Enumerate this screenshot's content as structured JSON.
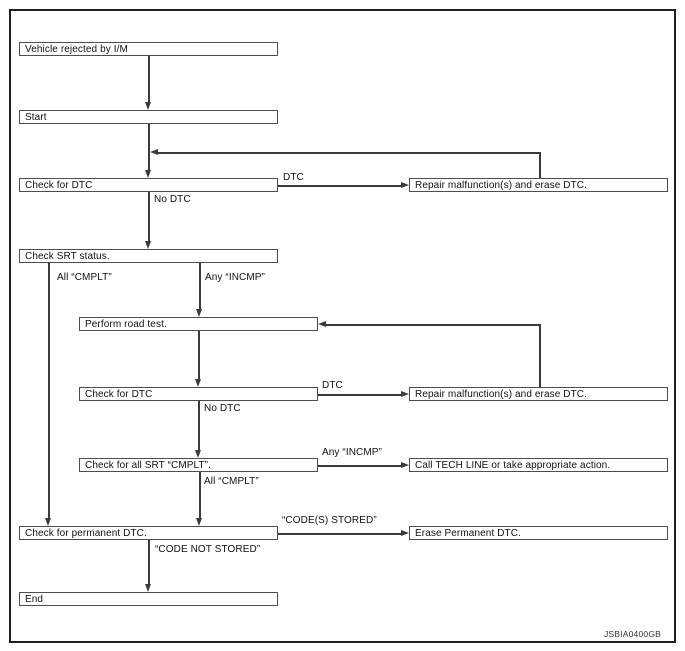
{
  "figure_code": "JSBIA0400GB",
  "colors": {
    "background": "#ffffff",
    "line": "#3a3a3a",
    "box_border": "#4d4d4d",
    "text": "#111111"
  },
  "nodes": {
    "vehicle_rejected": {
      "label": "Vehicle rejected by I/M"
    },
    "start": {
      "label": "Start"
    },
    "check_dtc_1": {
      "label": "Check for DTC"
    },
    "repair_1": {
      "label": "Repair malfunction(s) and erase DTC."
    },
    "check_srt": {
      "label": "Check SRT status."
    },
    "road_test": {
      "label": "Perform road test."
    },
    "check_dtc_2": {
      "label": "Check for DTC"
    },
    "repair_2": {
      "label": "Repair malfunction(s) and erase DTC."
    },
    "check_all_srt": {
      "label": "Check for all SRT “CMPLT”."
    },
    "call_tech": {
      "label": "Call TECH LINE or take appropriate action."
    },
    "check_permanent": {
      "label": "Check for permanent DTC."
    },
    "erase_permanent": {
      "label": "Erase Permanent DTC."
    },
    "end": {
      "label": "End"
    }
  },
  "edge_labels": {
    "dtc_1": "DTC",
    "no_dtc_1": "No DTC",
    "all_cmplt_1": "All “CMPLT”",
    "any_incmp_1": "Any “INCMP”",
    "dtc_2": "DTC",
    "no_dtc_2": "No DTC",
    "any_incmp_2": "Any “INCMP”",
    "all_cmplt_2": "All “CMPLT”",
    "codes_stored": "“CODE(S) STORED”",
    "code_not_stored": "“CODE NOT STORED”"
  }
}
